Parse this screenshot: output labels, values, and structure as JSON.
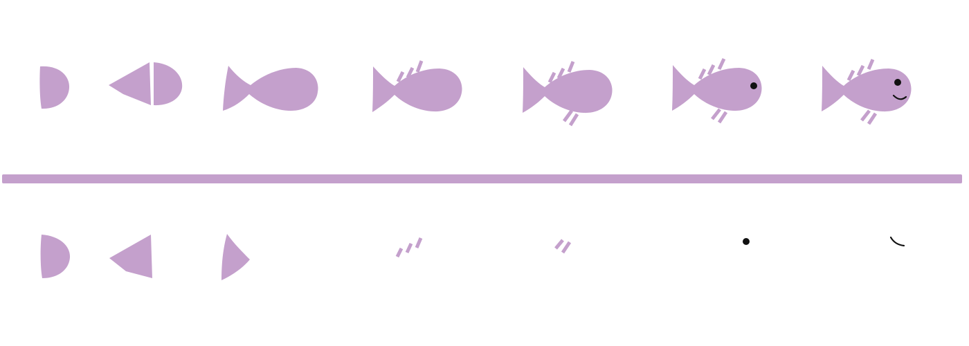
{
  "colors": {
    "shape_fill": "#c4a0cc",
    "ink": "#111111",
    "background": "#ffffff"
  },
  "top_row": {
    "steps": [
      {
        "parts": [
          "head-half"
        ]
      },
      {
        "parts": [
          "head-half",
          "body-triangle"
        ]
      },
      {
        "parts": [
          "head-half",
          "body-triangle",
          "tail-triangle"
        ]
      },
      {
        "parts": [
          "head-half",
          "body-triangle",
          "tail-triangle",
          "top-fin-strokes"
        ]
      },
      {
        "parts": [
          "head-half",
          "body-triangle",
          "tail-triangle",
          "top-fin-strokes",
          "bottom-fin-strokes"
        ]
      },
      {
        "parts": [
          "head-half",
          "body-triangle",
          "tail-triangle",
          "top-fin-strokes",
          "bottom-fin-strokes",
          "eye-dot"
        ]
      },
      {
        "parts": [
          "head-half",
          "body-triangle",
          "tail-triangle",
          "top-fin-strokes",
          "bottom-fin-strokes",
          "eye-dot",
          "smile-curve"
        ]
      }
    ]
  },
  "bottom_row": {
    "pieces": [
      "head-half",
      "body-triangle",
      "tail-triangle",
      "top-fin-strokes",
      "bottom-fin-strokes",
      "eye-dot",
      "smile-curve"
    ]
  }
}
